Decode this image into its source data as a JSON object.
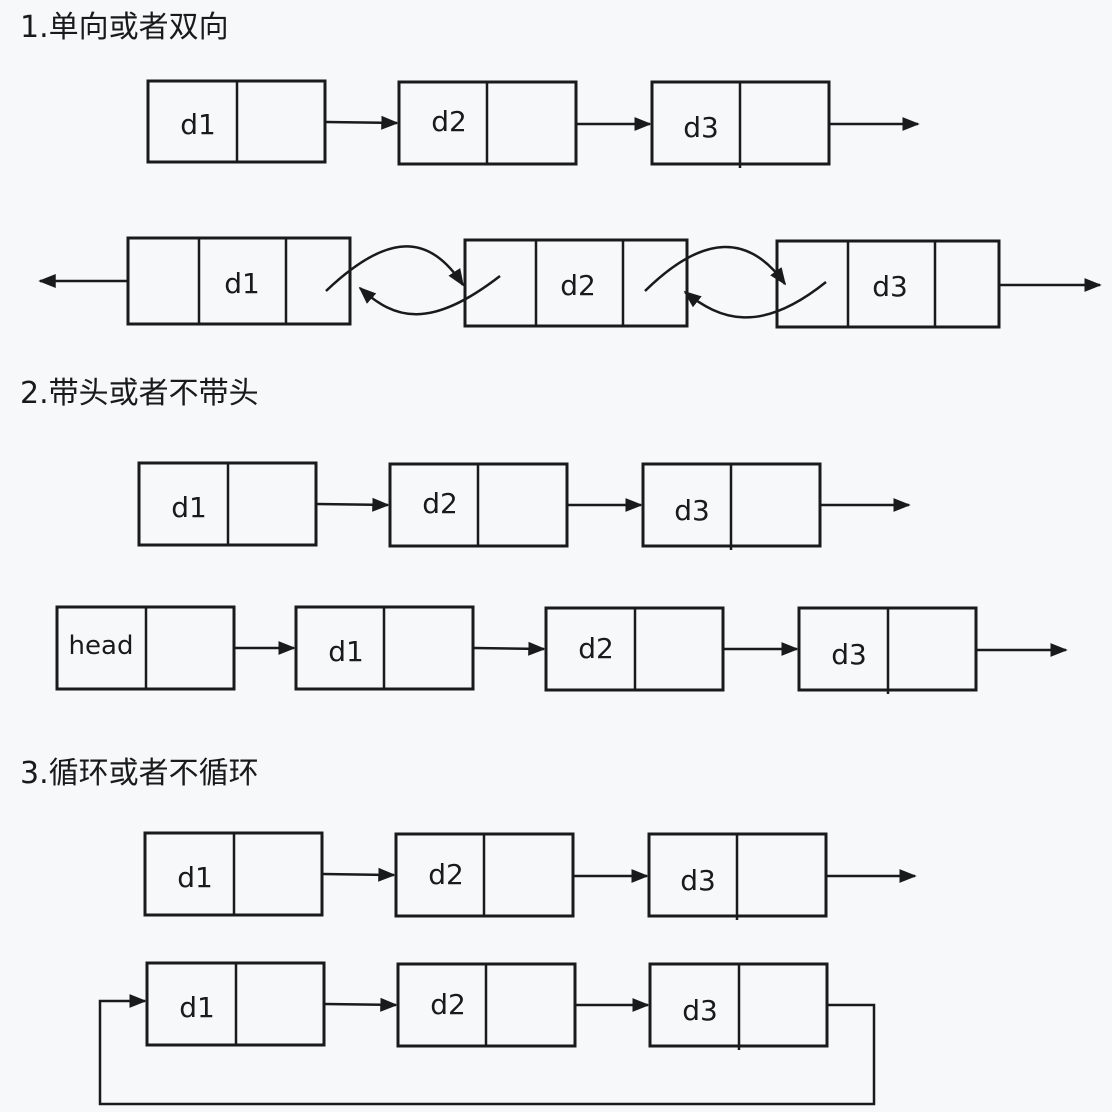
{
  "sections": [
    {
      "title": "1.单向或者双向"
    },
    {
      "title": "2.带头或者不带头"
    },
    {
      "title": "3.循环或者不循环"
    }
  ],
  "labels": {
    "d1": "d1",
    "d2": "d2",
    "d3": "d3",
    "head": "head"
  }
}
